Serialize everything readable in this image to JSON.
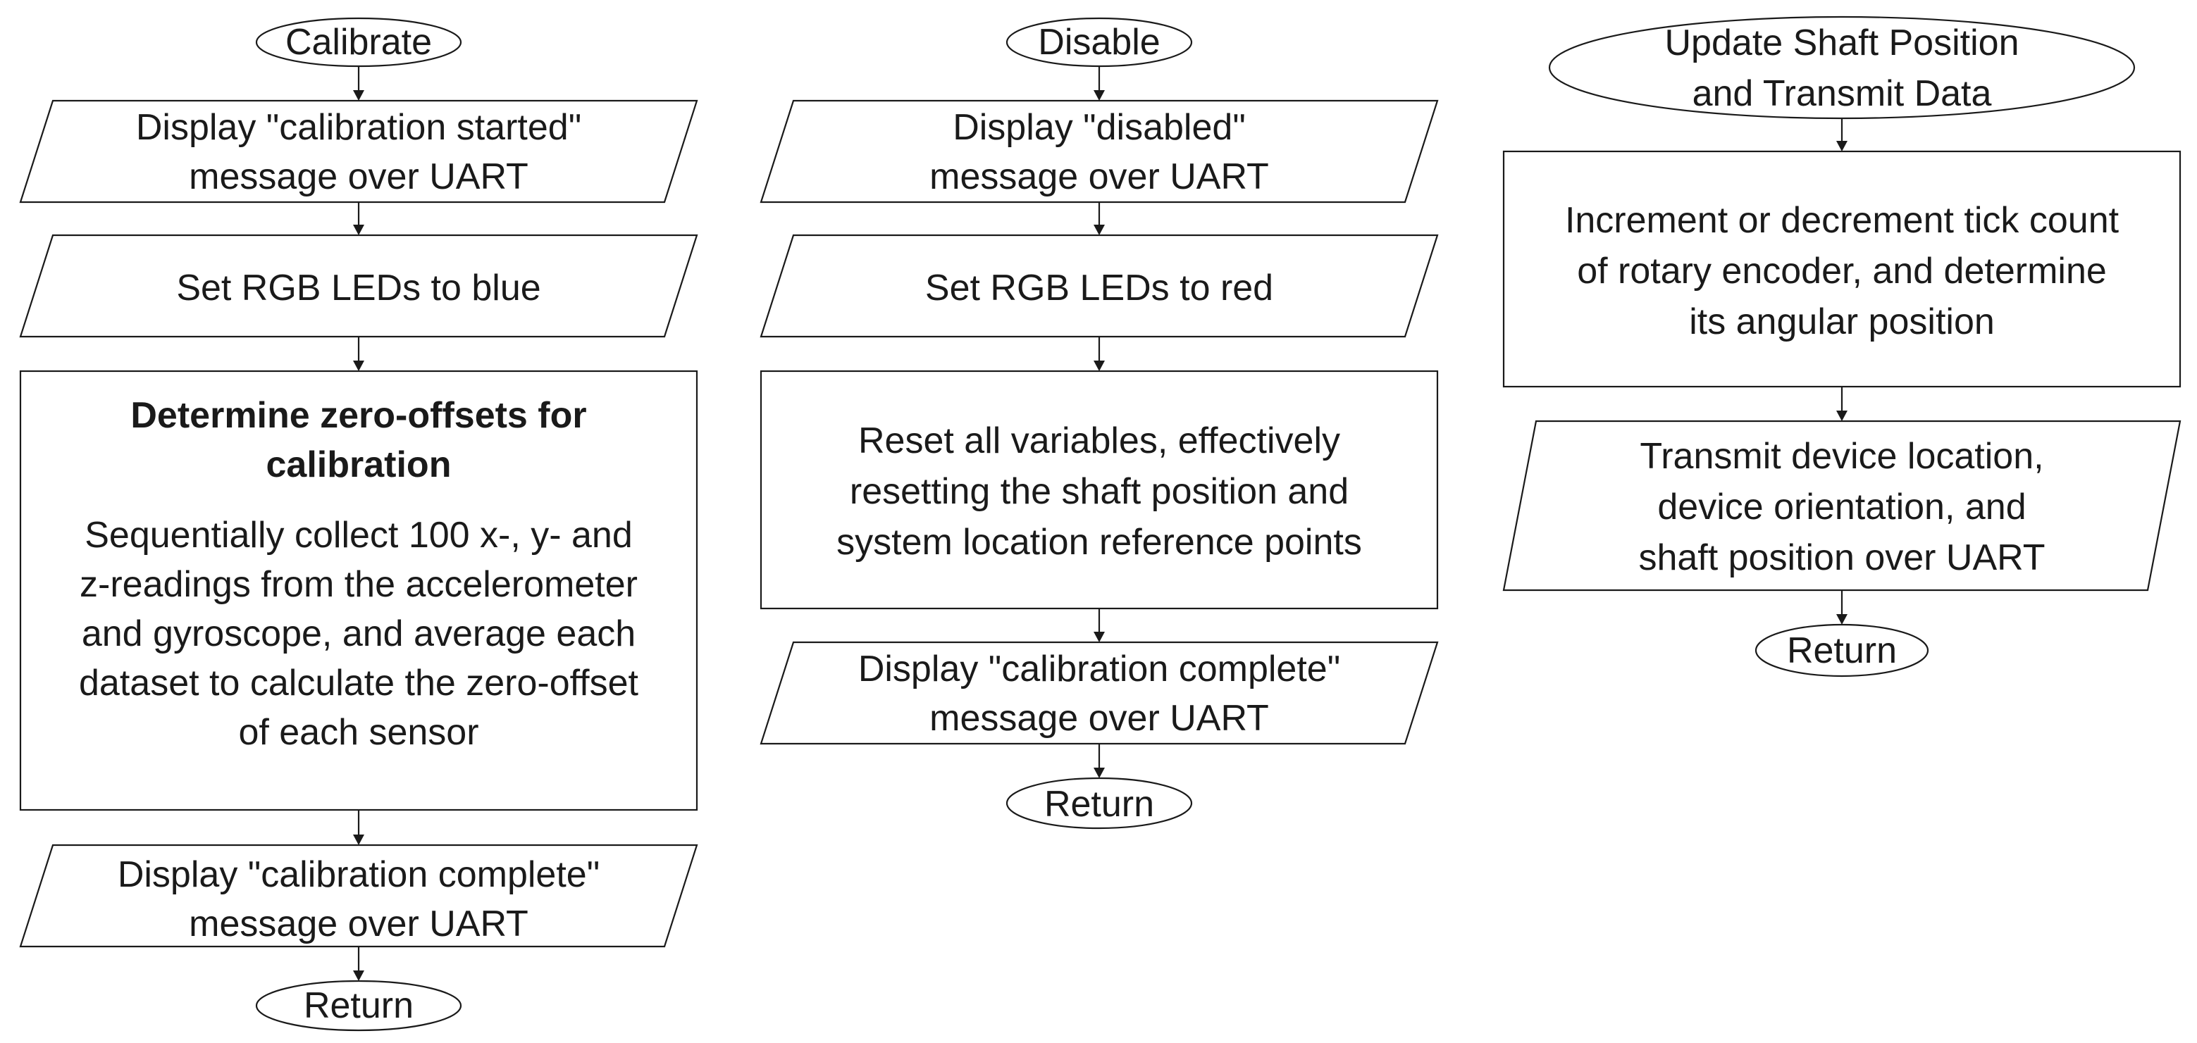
{
  "colors": {
    "stroke": "#1a1a1a",
    "fill": "#ffffff",
    "text": "#1a1a1a"
  },
  "columns": [
    {
      "id": "calibrate",
      "nodes": [
        {
          "id": "start",
          "kind": "terminal",
          "lines": [
            "Calibrate"
          ]
        },
        {
          "id": "msg-started",
          "kind": "io",
          "lines": [
            "Display \"calibration started\"",
            "message over UART"
          ]
        },
        {
          "id": "leds-blue",
          "kind": "io",
          "lines": [
            "Set RGB LEDs to blue"
          ]
        },
        {
          "id": "zero-offsets",
          "kind": "process",
          "heading": [
            "Determine zero-offsets for",
            "calibration"
          ],
          "lines": [
            "Sequentially collect 100 x-, y- and",
            "z-readings from the accelerometer",
            "and gyroscope, and average each",
            "dataset to calculate the zero-offset",
            "of each sensor"
          ]
        },
        {
          "id": "msg-complete",
          "kind": "io",
          "lines": [
            "Display \"calibration complete\"",
            "message over UART"
          ]
        },
        {
          "id": "return",
          "kind": "terminal",
          "lines": [
            "Return"
          ]
        }
      ]
    },
    {
      "id": "disable",
      "nodes": [
        {
          "id": "start",
          "kind": "terminal",
          "lines": [
            "Disable"
          ]
        },
        {
          "id": "msg-disabled",
          "kind": "io",
          "lines": [
            "Display \"disabled\"",
            "message over UART"
          ]
        },
        {
          "id": "leds-red",
          "kind": "io",
          "lines": [
            "Set RGB LEDs to red"
          ]
        },
        {
          "id": "reset-vars",
          "kind": "process",
          "lines": [
            "Reset all variables, effectively",
            "resetting the shaft position and",
            "system location reference points"
          ]
        },
        {
          "id": "msg-complete",
          "kind": "io",
          "lines": [
            "Display \"calibration complete\"",
            "message over UART"
          ]
        },
        {
          "id": "return",
          "kind": "terminal",
          "lines": [
            "Return"
          ]
        }
      ]
    },
    {
      "id": "update-shaft",
      "nodes": [
        {
          "id": "start",
          "kind": "terminal",
          "lines": [
            "Update Shaft Position",
            "and Transmit Data"
          ]
        },
        {
          "id": "tick-count",
          "kind": "process",
          "lines": [
            "Increment or decrement tick count",
            "of rotary encoder, and determine",
            "its angular position"
          ]
        },
        {
          "id": "transmit",
          "kind": "io",
          "lines": [
            "Transmit device location,",
            "device orientation, and",
            "shaft position over UART"
          ]
        },
        {
          "id": "return",
          "kind": "terminal",
          "lines": [
            "Return"
          ]
        }
      ]
    }
  ]
}
